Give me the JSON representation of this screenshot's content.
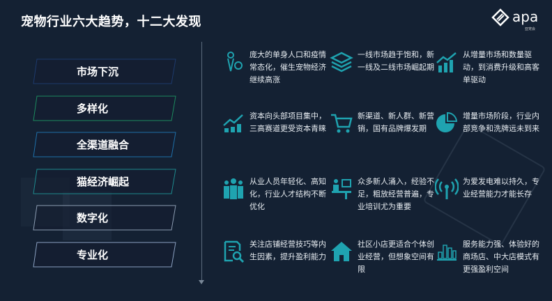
{
  "header": {
    "title": "宠物行业六大趋势，十二大发现",
    "logo_text": "apa",
    "logo_sub": "亚宠会"
  },
  "colors": {
    "bg": "#142133",
    "accent": "#1fa3b0"
  },
  "trends": [
    {
      "label": "市场下沉",
      "border": "#1d3a6c"
    },
    {
      "label": "多样化",
      "border": "#1c8a5e"
    },
    {
      "label": "全渠道融合",
      "border": "#1e6fa8"
    },
    {
      "label": "猫经济崛起",
      "border": "#1d8a8e"
    },
    {
      "label": "数字化",
      "border": "#8a9bb0"
    },
    {
      "label": "专业化",
      "border": "#8aa0c0"
    }
  ],
  "findings": [
    {
      "icon": "person-chart-icon",
      "text": "庞大的单身人口和疫情常态化，催生宠物经济继续高涨"
    },
    {
      "icon": "layers-icon",
      "text": "一线市场趋于饱和，新一线及二线市场崛起期"
    },
    {
      "icon": "growth-bars-icon",
      "text": "从增量市场和数量驱动，到消费升级和高客单驱动"
    },
    {
      "icon": "investment-growth-icon",
      "text": "资本向头部项目集中，三高赛道更受资本青睐"
    },
    {
      "icon": "shopping-cart-icon",
      "text": "新渠道、新人群、新营销，国有品牌爆发期"
    },
    {
      "icon": "pie-chart-icon",
      "text": "增量市场阶段，行业内部竞争和洗牌远未到来"
    },
    {
      "icon": "team-icon",
      "text": "从业人员年轻化、高知化，行业人才结构不断优化"
    },
    {
      "icon": "training-icon",
      "text": "众多新人涌入，经验不足，粗放经营普遍，专业培训尤为重要"
    },
    {
      "icon": "signal-tower-icon",
      "text": "为爱发电难以持久，专业经营能力才能长存"
    },
    {
      "icon": "document-search-icon",
      "text": "关注店铺经营技巧等内生因素，提升盈利能力"
    },
    {
      "icon": "house-icon",
      "text": "社区小店更适合个体创业经营，但想象空间有限"
    },
    {
      "icon": "bar-chart-icon",
      "text": "服务能力强、体验好的商场店、中大店模式有更强盈利空间"
    }
  ]
}
